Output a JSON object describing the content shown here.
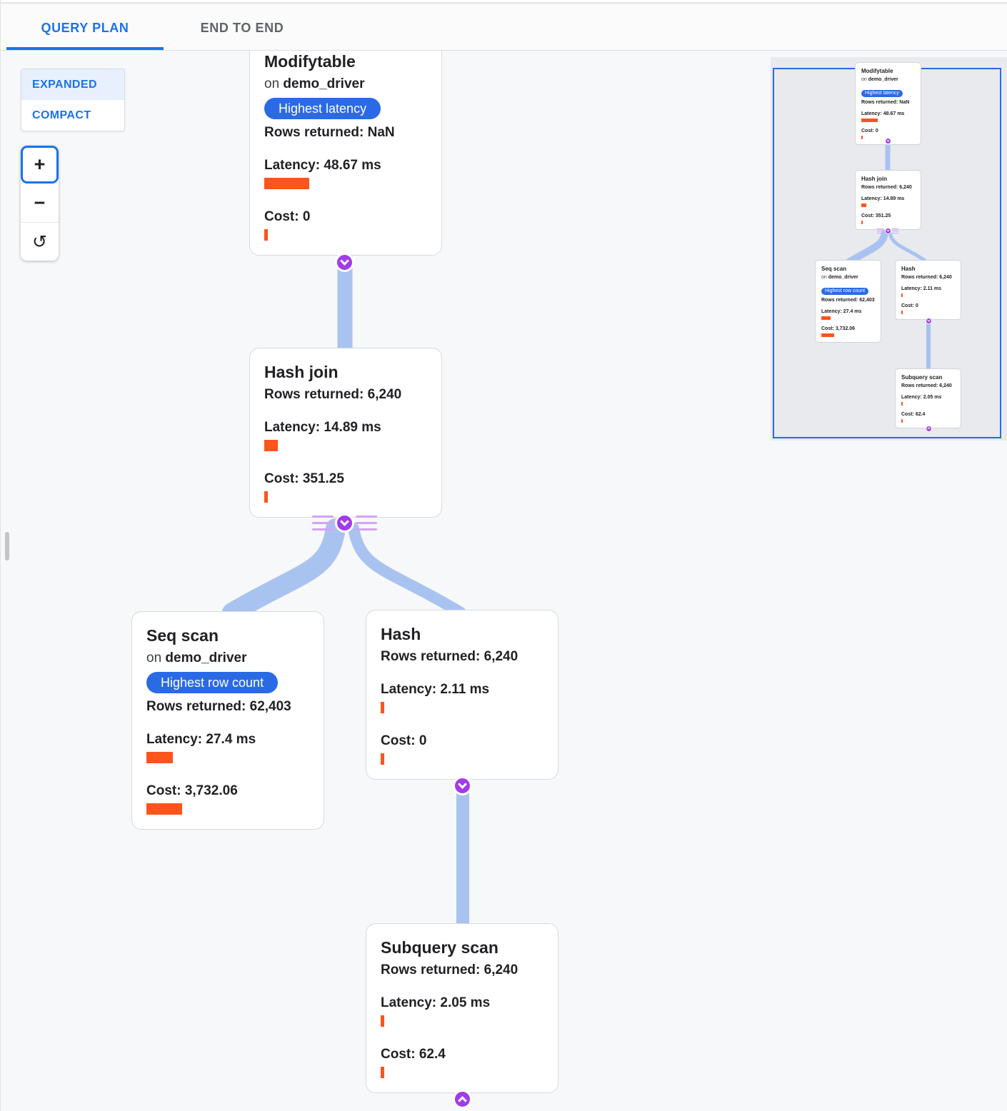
{
  "tab_bar": {
    "tabs": [
      {
        "label": "QUERY PLAN"
      },
      {
        "label": "END TO END"
      }
    ],
    "active_tab": "QUERY PLAN"
  },
  "controls": {
    "layout_toggle": {
      "options": [
        "EXPANDED",
        "COMPACT"
      ],
      "selected": "EXPANDED"
    },
    "zoom": {
      "zoom_in_label": "+",
      "zoom_out_label": "−",
      "reset_icon_glyph": "↺"
    }
  },
  "nodes": {
    "modifytable": {
      "title": "Modifytable",
      "on_prefix": "on",
      "table": "demo_driver",
      "badge": "Highest latency",
      "rows": "Rows returned: NaN",
      "latency": "Latency: 48.67 ms",
      "cost": "Cost: 0",
      "latency_bar": 63,
      "cost_bar": 5
    },
    "hash_join": {
      "title": "Hash join",
      "rows": "Rows returned: 6,240",
      "latency": "Latency: 14.89 ms",
      "cost": "Cost: 351.25",
      "latency_bar": 19,
      "cost_bar": 5
    },
    "seq_scan": {
      "title": "Seq scan",
      "on_prefix": "on",
      "table": "demo_driver",
      "badge": "Highest row count",
      "rows": "Rows returned: 62,403",
      "latency": "Latency: 27.4 ms",
      "cost": "Cost: 3,732.06",
      "latency_bar": 37,
      "cost_bar": 50
    },
    "hash": {
      "title": "Hash",
      "rows": "Rows returned: 6,240",
      "latency": "Latency: 2.11 ms",
      "cost": "Cost: 0",
      "latency_bar": 5,
      "cost_bar": 5
    },
    "subquery_scan": {
      "title": "Subquery scan",
      "rows": "Rows returned: 6,240",
      "latency": "Latency: 2.05 ms",
      "cost": "Cost: 62.4",
      "latency_bar": 5,
      "cost_bar": 5
    }
  },
  "colors": {
    "tab_active_blue": "#1a73e8",
    "tab_inactive_gray": "#5f6368",
    "toggle_selected_bg": "#e8f0fe",
    "badge_blue": "#2a6ae4",
    "metric_bar_orange": "#fb541d",
    "edge_blue": "#a9c3f0",
    "connector_purple": "#a23be8",
    "connector_line_purple": "#d1a3f6",
    "minimap_bg": "#e8eaee",
    "minimap_viewport_border": "#2a6ce0"
  }
}
